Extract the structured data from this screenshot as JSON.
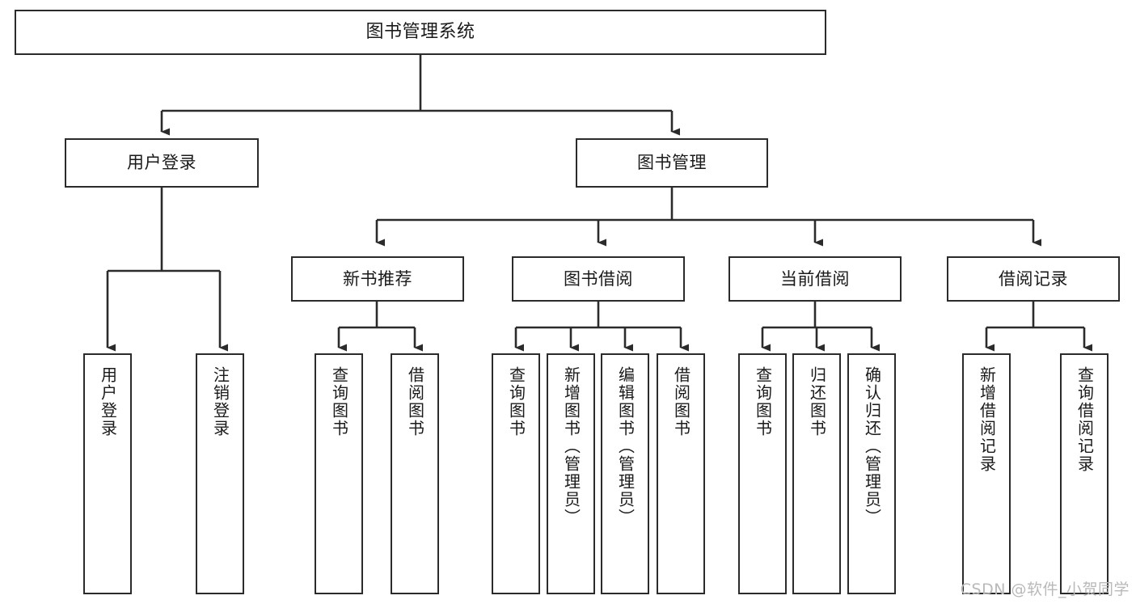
{
  "diagram": {
    "title": "图书管理系统",
    "type": "hierarchy-tree",
    "background_color": "#ffffff",
    "line_color": "#2b2b2b",
    "box_border_color": "#2b2b2b",
    "box_fill_color": "#ffffff",
    "text_color": "#1a1a1a"
  },
  "watermark": {
    "text": "CSDN @软件_小贺同学",
    "color": "#b9b9b9"
  },
  "nodes": {
    "root": {
      "label": "图书管理系统",
      "level": 0
    },
    "user_login": {
      "label": "用户登录",
      "level": 1
    },
    "book_manage": {
      "label": "图书管理",
      "level": 1
    },
    "new_book_rec": {
      "label": "新书推荐",
      "level": 2
    },
    "book_borrow": {
      "label": "图书借阅",
      "level": 2
    },
    "current_borrow": {
      "label": "当前借阅",
      "level": 2
    },
    "borrow_record": {
      "label": "借阅记录",
      "level": 2
    },
    "leaf_user_login": {
      "label": "用户登录",
      "level": 3
    },
    "leaf_logout": {
      "label": "注销登录",
      "level": 3
    },
    "leaf_query_book_a": {
      "label": "查询图书",
      "level": 3
    },
    "leaf_borrow_book_a": {
      "label": "借阅图书",
      "level": 3
    },
    "leaf_query_book_b": {
      "label": "查询图书",
      "level": 3
    },
    "leaf_add_book": {
      "label": "新增图书（管理员）",
      "level": 3
    },
    "leaf_edit_book": {
      "label": "编辑图书（管理员）",
      "level": 3
    },
    "leaf_borrow_book_b": {
      "label": "借阅图书",
      "level": 3
    },
    "leaf_query_book_c": {
      "label": "查询图书",
      "level": 3
    },
    "leaf_return_book": {
      "label": "归还图书",
      "level": 3
    },
    "leaf_confirm_return": {
      "label": "确认归还（管理员）",
      "level": 3
    },
    "leaf_add_record": {
      "label": "新增借阅记录",
      "level": 3
    },
    "leaf_query_record": {
      "label": "查询借阅记录",
      "level": 3
    }
  },
  "tree": {
    "label": "图书管理系统",
    "children": [
      {
        "label": "用户登录",
        "children": [
          {
            "label": "用户登录",
            "children": []
          },
          {
            "label": "注销登录",
            "children": []
          }
        ]
      },
      {
        "label": "图书管理",
        "children": [
          {
            "label": "新书推荐",
            "children": [
              {
                "label": "查询图书",
                "children": []
              },
              {
                "label": "借阅图书",
                "children": []
              }
            ]
          },
          {
            "label": "图书借阅",
            "children": [
              {
                "label": "查询图书",
                "children": []
              },
              {
                "label": "新增图书（管理员）",
                "children": []
              },
              {
                "label": "编辑图书（管理员）",
                "children": []
              },
              {
                "label": "借阅图书",
                "children": []
              }
            ]
          },
          {
            "label": "当前借阅",
            "children": [
              {
                "label": "查询图书",
                "children": []
              },
              {
                "label": "归还图书",
                "children": []
              },
              {
                "label": "确认归还（管理员）",
                "children": []
              }
            ]
          },
          {
            "label": "借阅记录",
            "children": [
              {
                "label": "新增借阅记录",
                "children": []
              },
              {
                "label": "查询借阅记录",
                "children": []
              }
            ]
          }
        ]
      }
    ]
  }
}
